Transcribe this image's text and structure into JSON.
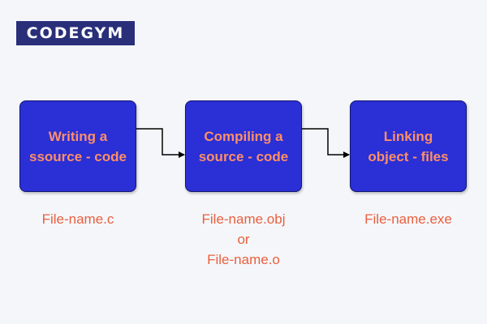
{
  "logo": {
    "text": "CODEGYM"
  },
  "colors": {
    "box_fill": "#2a2fd6",
    "box_text": "#ff8f66",
    "caption_text": "#e8603e",
    "logo_bg": "#2a2f7a"
  },
  "steps": [
    {
      "label": "Writing a\nssource - code",
      "file": "File-name.c"
    },
    {
      "label": "Compiling a\nsource - code",
      "file": "File-name.obj\nor\nFile-name.o"
    },
    {
      "label": "Linking\nobject - files",
      "file": "File-name.exe"
    }
  ]
}
